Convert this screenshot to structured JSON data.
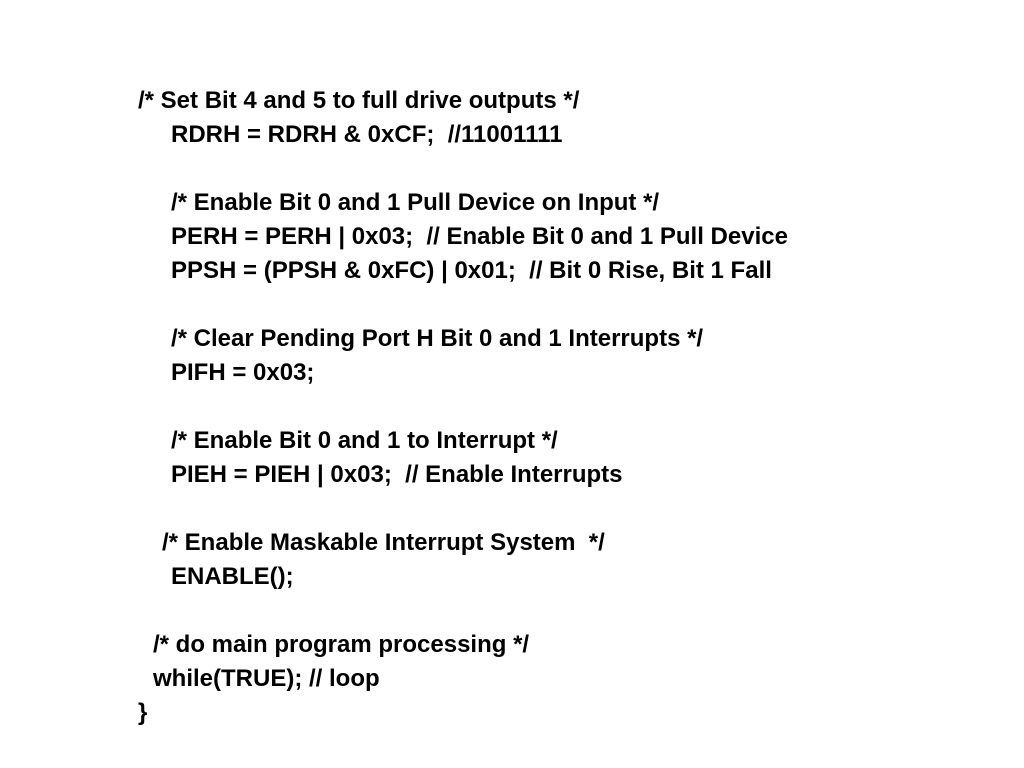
{
  "slide": {
    "lines": [
      "/* Set Bit 4 and 5 to full drive outputs */",
      "RDRH = RDRH & 0xCF;  //11001111",
      "/* Enable Bit 0 and 1 Pull Device on Input */",
      "PERH = PERH | 0x03;  // Enable Bit 0 and 1 Pull Device",
      "PPSH = (PPSH & 0xFC) | 0x01;  // Bit 0 Rise, Bit 1 Fall",
      "/* Clear Pending Port H Bit 0 and 1 Interrupts */",
      "PIFH = 0x03;",
      "/* Enable Bit 0 and 1 to Interrupt */",
      "PIEH = PIEH | 0x03;  // Enable Interrupts",
      "/* Enable Maskable Interrupt System  */",
      "ENABLE();",
      "/* do main program processing */",
      "while(TRUE); // loop",
      "}"
    ]
  }
}
